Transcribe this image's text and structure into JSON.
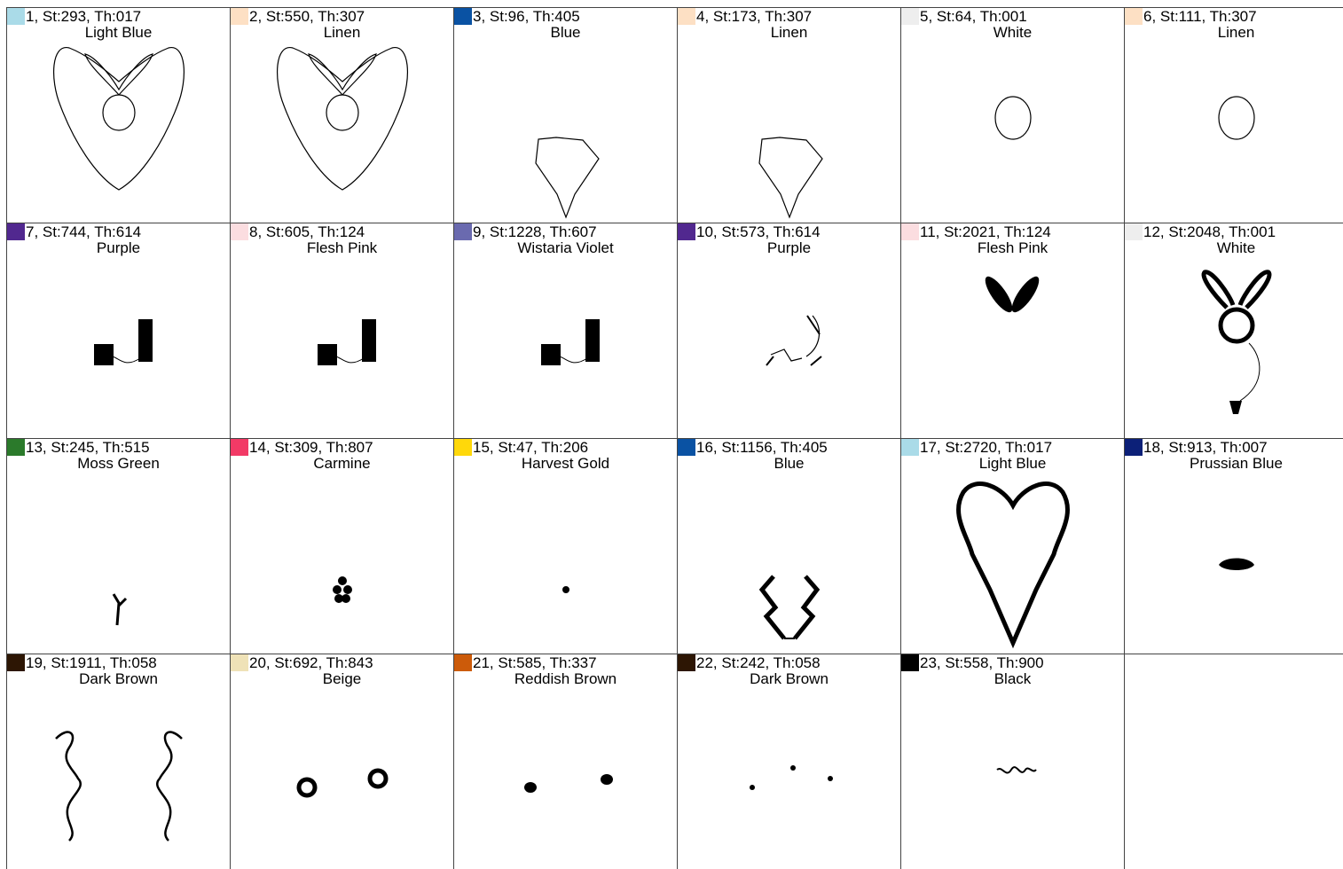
{
  "cells": [
    {
      "n": "1",
      "st": "293",
      "th": "017",
      "name": "Light Blue",
      "color": "#aadbe8",
      "shape": "heart-bunny-outline"
    },
    {
      "n": "2",
      "st": "550",
      "th": "307",
      "name": "Linen",
      "color": "#fde0c4",
      "shape": "heart-bunny-outline"
    },
    {
      "n": "3",
      "st": "96",
      "th": "405",
      "name": "Blue",
      "color": "#0a52a3",
      "shape": "head-outline"
    },
    {
      "n": "4",
      "st": "173",
      "th": "307",
      "name": "Linen",
      "color": "#fde0c4",
      "shape": "head-outline"
    },
    {
      "n": "5",
      "st": "64",
      "th": "001",
      "name": "White",
      "color": "#eeeeee",
      "shape": "oval-outline"
    },
    {
      "n": "6",
      "st": "111",
      "th": "307",
      "name": "Linen",
      "color": "#fde0c4",
      "shape": "oval-outline"
    },
    {
      "n": "7",
      "st": "744",
      "th": "614",
      "name": "Purple",
      "color": "#51288f",
      "shape": "paws-filled"
    },
    {
      "n": "8",
      "st": "605",
      "th": "124",
      "name": "Flesh Pink",
      "color": "#fbdde0",
      "shape": "paws-filled"
    },
    {
      "n": "9",
      "st": "1228",
      "th": "607",
      "name": "Wistaria Violet",
      "color": "#6a6aaf",
      "shape": "paws-filled"
    },
    {
      "n": "10",
      "st": "573",
      "th": "614",
      "name": "Purple",
      "color": "#51288f",
      "shape": "paws-stitched"
    },
    {
      "n": "11",
      "st": "2021",
      "th": "124",
      "name": "Flesh Pink",
      "color": "#fbdde0",
      "shape": "ears-filled"
    },
    {
      "n": "12",
      "st": "2048",
      "th": "001",
      "name": "White",
      "color": "#eeeeee",
      "shape": "bunny-outline-thick"
    },
    {
      "n": "13",
      "st": "245",
      "th": "515",
      "name": "Moss Green",
      "color": "#2b7a2b",
      "shape": "stem"
    },
    {
      "n": "14",
      "st": "309",
      "th": "807",
      "name": "Carmine",
      "color": "#f23a66",
      "shape": "flower"
    },
    {
      "n": "15",
      "st": "47",
      "th": "206",
      "name": "Harvest Gold",
      "color": "#ffd80a",
      "shape": "dot"
    },
    {
      "n": "16",
      "st": "1156",
      "th": "405",
      "name": "Blue",
      "color": "#0a52a3",
      "shape": "face-lines"
    },
    {
      "n": "17",
      "st": "2720",
      "th": "017",
      "name": "Light Blue",
      "color": "#aadbe8",
      "shape": "heart-thick"
    },
    {
      "n": "18",
      "st": "913",
      "th": "007",
      "name": "Prussian Blue",
      "color": "#0c2078",
      "shape": "mustache"
    },
    {
      "n": "19",
      "st": "1911",
      "th": "058",
      "name": "Dark Brown",
      "color": "#2d1604",
      "shape": "curls"
    },
    {
      "n": "20",
      "st": "692",
      "th": "843",
      "name": "Beige",
      "color": "#efe2b7",
      "shape": "rings"
    },
    {
      "n": "21",
      "st": "585",
      "th": "337",
      "name": "Reddish Brown",
      "color": "#cc5b0a",
      "shape": "two-dots"
    },
    {
      "n": "22",
      "st": "242",
      "th": "058",
      "name": "Dark Brown",
      "color": "#2d1604",
      "shape": "three-dots"
    },
    {
      "n": "23",
      "st": "558",
      "th": "900",
      "name": "Black",
      "color": "#000000",
      "shape": "squiggle"
    },
    {
      "n": "",
      "st": "",
      "th": "",
      "name": "",
      "color": "",
      "shape": "empty"
    }
  ]
}
